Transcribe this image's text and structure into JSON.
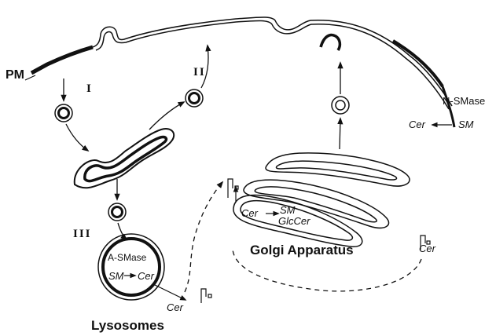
{
  "labels": {
    "pm": "PM",
    "pathway_1": "I",
    "pathway_2": "II",
    "pathway_3": "III",
    "n_smase": "N-SMase",
    "pm_cer": "Cer",
    "pm_sm": "SM",
    "pm_lipid_cer": "Cer",
    "golgi_cer": "Cer",
    "golgi_sm": "SM",
    "golgi_glccer": "GlcCer",
    "golgi_title": "Golgi Apparatus",
    "a_smase": "A-SMase",
    "lyso_sm": "SM",
    "lyso_cer": "Cer",
    "lyso_lipid_cer": "Cer",
    "lysosomes_title": "Lysosomes"
  },
  "colors": {
    "ink": "#111111",
    "background": "#ffffff"
  }
}
